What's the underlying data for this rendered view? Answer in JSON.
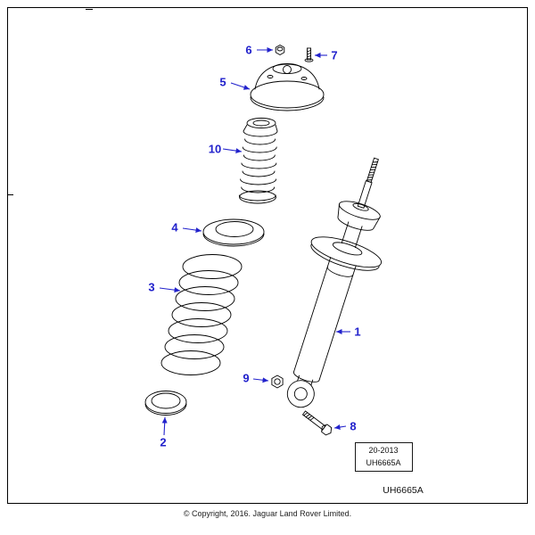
{
  "colors": {
    "accent_blue": "#2222cc",
    "line_ink": "#000000",
    "background": "#ffffff"
  },
  "callouts": [
    {
      "label": "1"
    },
    {
      "label": "2"
    },
    {
      "label": "3"
    },
    {
      "label": "4"
    },
    {
      "label": "5"
    },
    {
      "label": "6"
    },
    {
      "label": "7"
    },
    {
      "label": "8"
    },
    {
      "label": "9"
    },
    {
      "label": "10"
    }
  ],
  "ref_block": {
    "line1": "20-2013",
    "line2": "UH6665A"
  },
  "figure_code": "UH6665A",
  "footer": {
    "copyright": "© Copyright, 2016. Jaguar Land Rover Limited."
  }
}
